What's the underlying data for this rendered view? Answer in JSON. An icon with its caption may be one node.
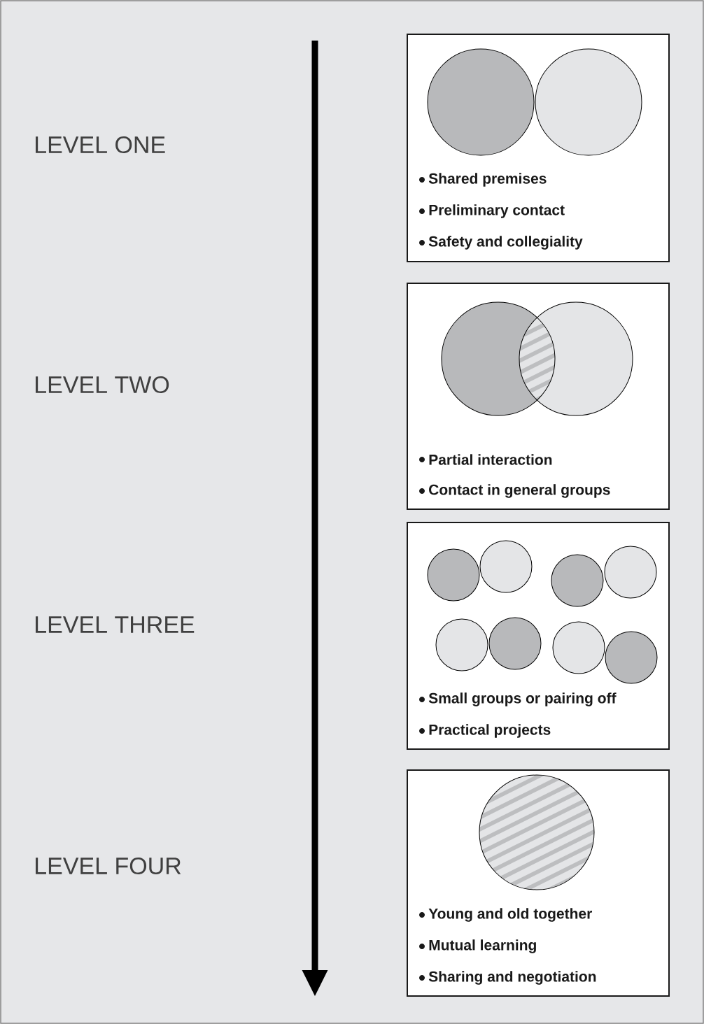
{
  "diagram": {
    "nodes": [
      {
        "text": [
          "Shared premises",
          "Preliminary contact",
          "Safety and collegiality"
        ]
      },
      {
        "text": [
          "Partial interaction",
          "Contact in general groups"
        ]
      },
      {
        "text": [
          "Small groups or pairing off",
          "Practical projects"
        ]
      },
      {
        "text": [
          "Young and old together",
          "Mutual learning",
          "Sharing and negotiation"
        ]
      }
    ],
    "labels": [
      "LEVEL ONE",
      "LEVEL TWO",
      "LEVEL THREE",
      "LEVEL FOUR"
    ]
  }
}
